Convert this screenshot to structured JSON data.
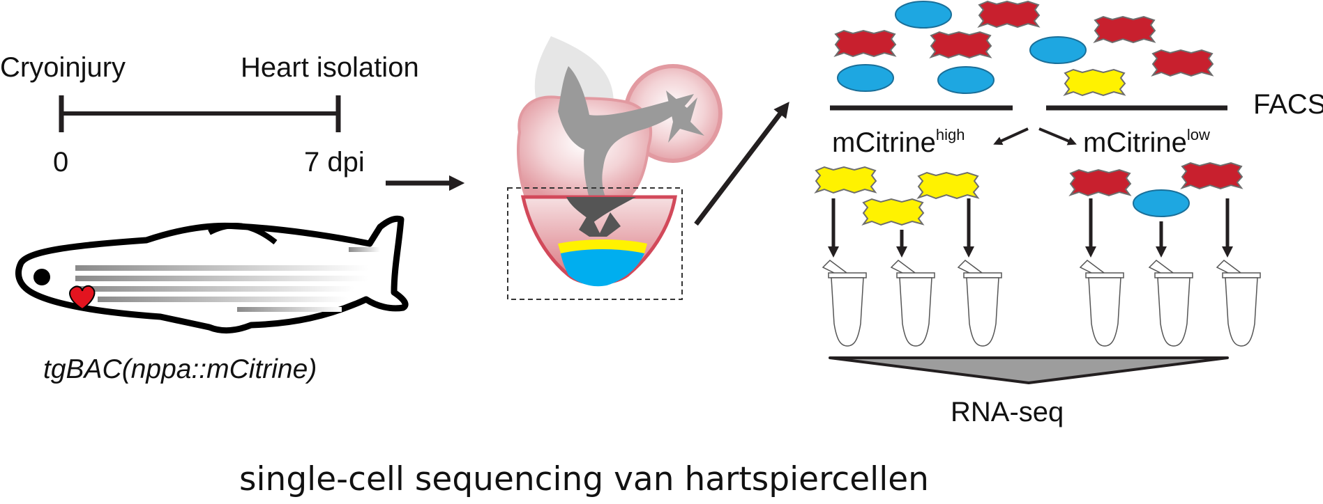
{
  "timeline": {
    "start_label": "Cryoinjury",
    "end_label": "Heart isolation",
    "start_value": "0",
    "end_value": "7 dpi"
  },
  "fish": {
    "label": "tgBAC(nppa::mCitrine)"
  },
  "facs": {
    "label": "FACS",
    "high_base": "mCitrine",
    "high_sup": "high",
    "low_base": "mCitrine",
    "low_sup": "low"
  },
  "rnaseq": {
    "label": "RNA-seq"
  },
  "caption": "single-cell sequencing van hartspiercellen",
  "colors": {
    "cardiomyocyte_red": "#c8202e",
    "cardiomyocyte_yellow": "#fff200",
    "non_myocyte_blue": "#1ea7e1",
    "heart_pink": "#e8a4aa",
    "lumen_gray": "#8e8e8e",
    "ink": "#231f20"
  },
  "icons": [
    "zebrafish-icon",
    "heart-icon",
    "cardiomyocyte-icon",
    "blue-cell-icon",
    "tube-icon",
    "arrow-icon"
  ]
}
